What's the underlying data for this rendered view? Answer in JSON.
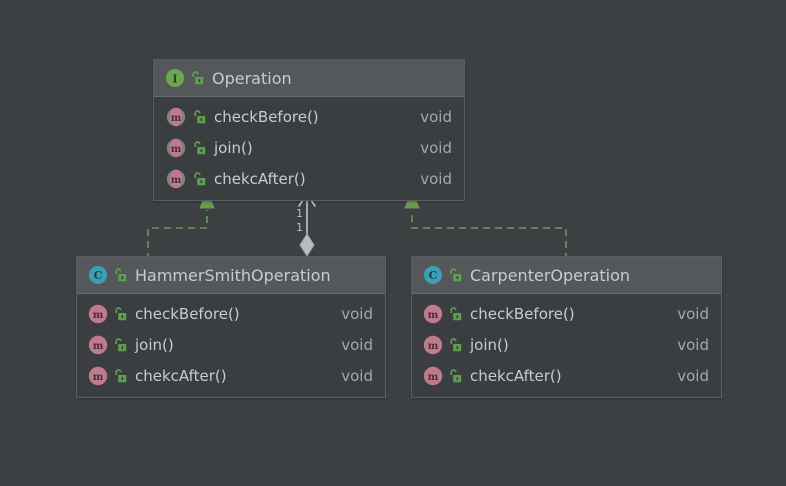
{
  "diagram": {
    "kind": "uml-class-diagram",
    "background_color": "#3c4043",
    "box_header_color": "#55585a",
    "box_body_color": "#3a3e40",
    "text_color": "#c9cccd",
    "realization_color": "#6a9955",
    "association_color": "#c0c4c5",
    "interface_icon_color": "#6aa84f",
    "class_icon_color": "#3d9fb5",
    "method_icon_color": "#c07a8e",
    "lock_icon_color": "#5f9e4e"
  },
  "classes": [
    {
      "id": "operation",
      "stereotype_icon": "interface-icon",
      "visibility_icon": "unlocked-padlock-icon",
      "name": "Operation",
      "members": [
        {
          "icon": "abstract-method-icon",
          "visibility_icon": "unlocked-padlock-icon",
          "name": "checkBefore()",
          "type": "void"
        },
        {
          "icon": "abstract-method-icon",
          "visibility_icon": "unlocked-padlock-icon",
          "name": "join()",
          "type": "void"
        },
        {
          "icon": "abstract-method-icon",
          "visibility_icon": "unlocked-padlock-icon",
          "name": "chekcAfter()",
          "type": "void"
        }
      ]
    },
    {
      "id": "hammersmith",
      "stereotype_icon": "class-icon",
      "visibility_icon": "unlocked-padlock-icon",
      "name": "HammerSmithOperation",
      "members": [
        {
          "icon": "method-icon",
          "visibility_icon": "unlocked-padlock-icon",
          "name": "checkBefore()",
          "type": "void"
        },
        {
          "icon": "method-icon",
          "visibility_icon": "unlocked-padlock-icon",
          "name": "join()",
          "type": "void"
        },
        {
          "icon": "method-icon",
          "visibility_icon": "unlocked-padlock-icon",
          "name": "chekcAfter()",
          "type": "void"
        }
      ]
    },
    {
      "id": "carpenter",
      "stereotype_icon": "class-icon",
      "visibility_icon": "unlocked-padlock-icon",
      "name": "CarpenterOperation",
      "members": [
        {
          "icon": "method-icon",
          "visibility_icon": "unlocked-padlock-icon",
          "name": "checkBefore()",
          "type": "void"
        },
        {
          "icon": "method-icon",
          "visibility_icon": "unlocked-padlock-icon",
          "name": "join()",
          "type": "void"
        },
        {
          "icon": "method-icon",
          "visibility_icon": "unlocked-padlock-icon",
          "name": "chekcAfter()",
          "type": "void"
        }
      ]
    }
  ],
  "relations": [
    {
      "id": "rel-hammersmith-realizes",
      "kind": "realization",
      "from": "hammersmith",
      "to": "operation",
      "style": "dashed",
      "arrowhead": "closed-triangle"
    },
    {
      "id": "rel-carpenter-realizes",
      "kind": "realization",
      "from": "carpenter",
      "to": "operation",
      "style": "dashed",
      "arrowhead": "closed-triangle"
    },
    {
      "id": "rel-aggregation",
      "kind": "aggregation",
      "from": "hammersmith",
      "to": "operation",
      "style": "solid",
      "arrowhead": "open-arrow",
      "tail": "filled-diamond",
      "source_multiplicity": "1",
      "target_multiplicity": "1"
    }
  ],
  "multiplicity": {
    "upper": "1",
    "lower": "1"
  }
}
